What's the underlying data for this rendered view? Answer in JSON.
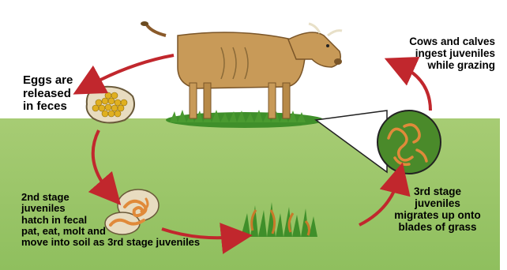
{
  "labels": {
    "eggs": "Eggs are\nreleased\nin feces",
    "ingest": "Cows and calves\ningest juveniles\nwhile grazing",
    "third_stage": "3rd stage\njuveniles\nmigrates up onto\nblades of grass",
    "second_stage": "2nd stage\njuveniles\nhatch in fecal\npat, eat, molt and\nmove into soil as 3rd stage juveniles"
  },
  "colors": {
    "sky": "#ffffff",
    "ground": "#9cc46a",
    "grass": "#3f8f2a",
    "arrow": "#c1272d",
    "cow_body": "#c89a58",
    "larva": "#e08a3a",
    "zoom_circle": "#4a8a2a"
  },
  "icons": [
    "cow-icon",
    "egg-cluster-icon",
    "larva-pat-icon",
    "grass-larvae-icon",
    "zoom-circle-icon"
  ]
}
